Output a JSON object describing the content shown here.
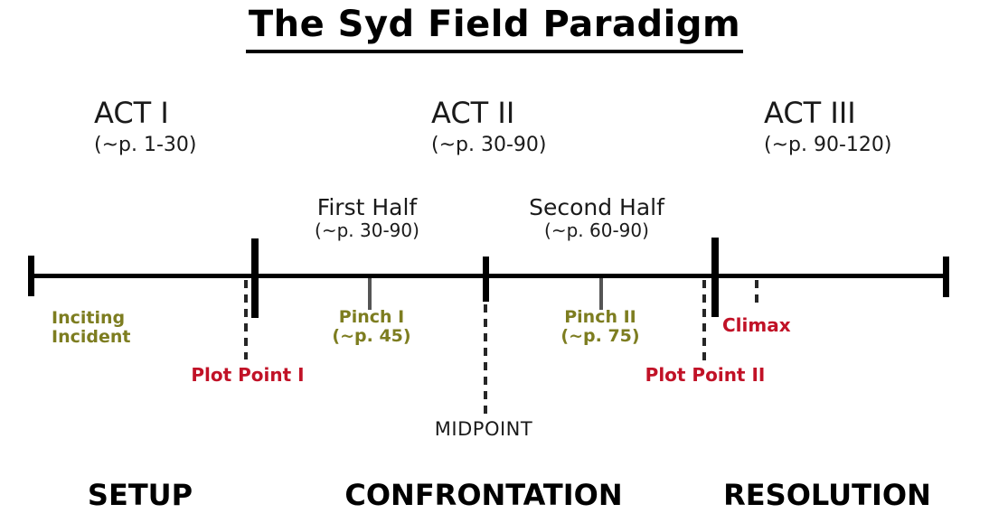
{
  "title": "The Syd Field Paradigm",
  "acts": [
    {
      "name": "ACT I",
      "pages": "(~p. 1-30)"
    },
    {
      "name": "ACT II",
      "pages": "(~p. 30-90)"
    },
    {
      "name": "ACT III",
      "pages": "(~p. 90-120)"
    }
  ],
  "halves": [
    {
      "label": "First Half",
      "pages": "(~p. 30-90)"
    },
    {
      "label": "Second Half",
      "pages": "(~p. 60-90)"
    }
  ],
  "markers": {
    "inciting_incident": {
      "line1": "Inciting",
      "line2": "Incident"
    },
    "plot_point_1": {
      "label": "Plot Point I"
    },
    "pinch_1": {
      "label": "Pinch I",
      "pages": "(~p. 45)"
    },
    "midpoint": {
      "label": "MIDPOINT"
    },
    "pinch_2": {
      "label": "Pinch II",
      "pages": "(~p. 75)"
    },
    "plot_point_2": {
      "label": "Plot Point II"
    },
    "climax": {
      "label": "Climax"
    }
  },
  "phases": [
    {
      "label": "SETUP"
    },
    {
      "label": "CONFRONTATION"
    },
    {
      "label": "RESOLUTION"
    }
  ],
  "colors": {
    "text_black": "#111111",
    "marker_olive": "#7d7d20",
    "marker_red": "#c11227",
    "line_gray": "#555555"
  }
}
